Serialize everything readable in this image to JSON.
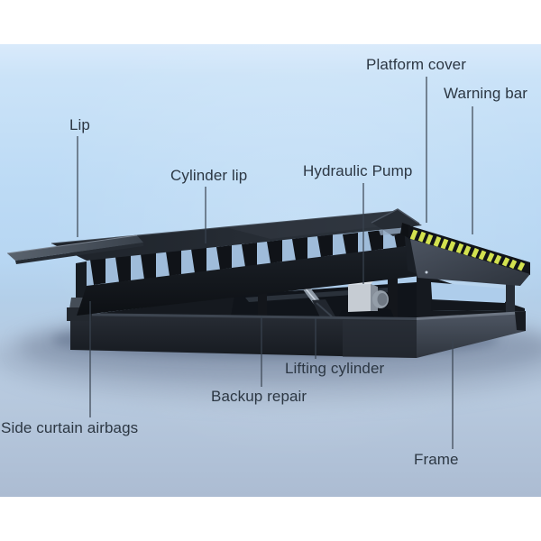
{
  "diagram": {
    "labels": [
      {
        "id": "lip",
        "text": "Lip"
      },
      {
        "id": "cylinder-lip",
        "text": "Cylinder lip"
      },
      {
        "id": "hydraulic-pump",
        "text": "Hydraulic Pump"
      },
      {
        "id": "platform-cover",
        "text": "Platform cover"
      },
      {
        "id": "warning-bar",
        "text": "Warning bar"
      },
      {
        "id": "lifting-cylinder",
        "text": "Lifting cylinder"
      },
      {
        "id": "backup-repair",
        "text": "Backup repair"
      },
      {
        "id": "side-curtain-airbags",
        "text": "Side curtain airbags"
      },
      {
        "id": "frame",
        "text": "Frame"
      }
    ],
    "colors": {
      "label_text": "#2c3743",
      "leader_line": "#39434f",
      "machine_dark": "#15191f",
      "warning_band_black": "#111419",
      "warning_stripe_yellow": "#d2e14f",
      "pump_body_gray": "#c6ccd3",
      "sky_blue": "#b7d6f2",
      "ground_blue": "#b3c4da"
    }
  }
}
